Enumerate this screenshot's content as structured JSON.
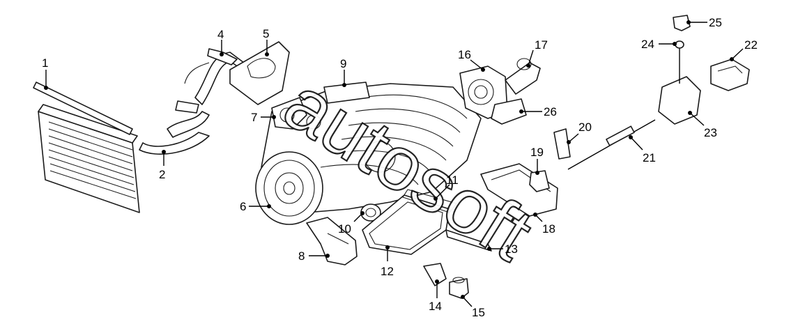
{
  "diagram": {
    "watermark": "autosoft",
    "callouts": [
      {
        "label": "1"
      },
      {
        "label": "2"
      },
      {
        "label": "4"
      },
      {
        "label": "5"
      },
      {
        "label": "9"
      },
      {
        "label": "7"
      },
      {
        "label": "6"
      },
      {
        "label": "8"
      },
      {
        "label": "10"
      },
      {
        "label": "12"
      },
      {
        "label": "11"
      },
      {
        "label": "13"
      },
      {
        "label": "14"
      },
      {
        "label": "15"
      },
      {
        "label": "16"
      },
      {
        "label": "17"
      },
      {
        "label": "26"
      },
      {
        "label": "18"
      },
      {
        "label": "19"
      },
      {
        "label": "20"
      },
      {
        "label": "21"
      },
      {
        "label": "22"
      },
      {
        "label": "23"
      },
      {
        "label": "24"
      },
      {
        "label": "25"
      }
    ]
  }
}
